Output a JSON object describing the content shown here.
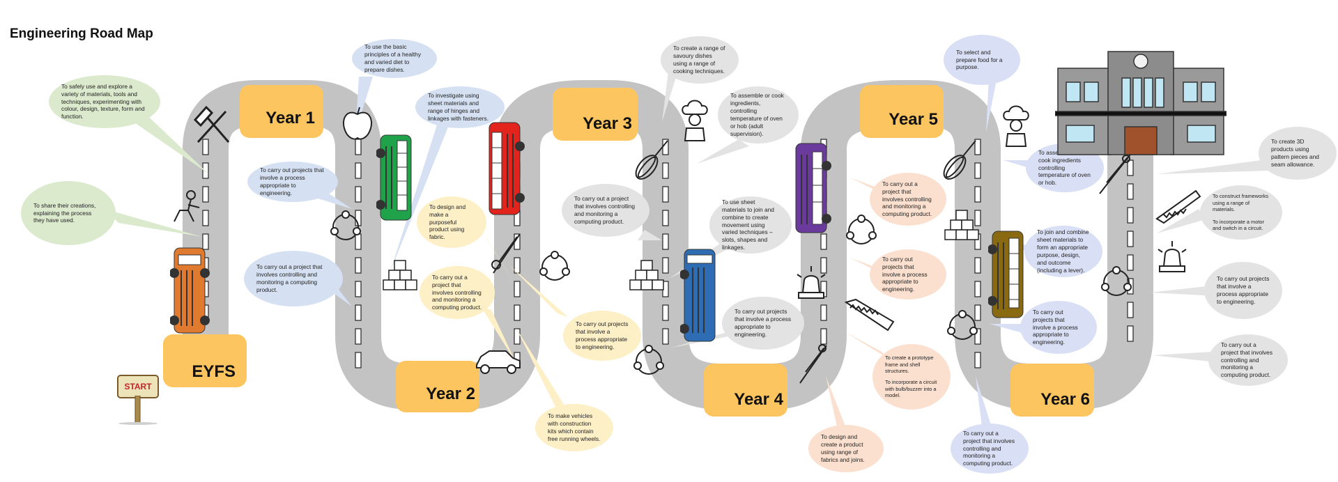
{
  "title": "Engineering Road Map",
  "start_sign": "START",
  "years": {
    "eyfs": "EYFS",
    "y1": "Year 1",
    "y2": "Year 2",
    "y3": "Year 3",
    "y4": "Year 4",
    "y5": "Year 5",
    "y6": "Year 6"
  },
  "bubbles": {
    "eyfs_explore": "To safely use and explore a variety of materials, tools and techniques, experimenting with colour, design, texture, form and function.",
    "eyfs_share": "To share their creations, explaining the process they have used.",
    "y1_diet": "To use the basic principles of a healthy and varied diet to prepare dishes.",
    "y1_process": "To carry out projects that involve a process appropriate to engineering.",
    "y1_control": "To carry out a project that involves controlling and monitoring a computing product.",
    "y1_hinges": "To investigate using sheet materials and range of hinges and linkages with fasteners.",
    "y2_fabric": "To design and make a purposeful product using fabric.",
    "y2_control": "To carry out a project that involves controlling and monitoring a computing product.",
    "y2_process": "To carry out projects that involve a process appropriate to engineering.",
    "y2_vehicles": "To make vehicles with construction kits which contain free running wheels.",
    "y3_savoury": "To create a range of savoury dishes using a range of cooking techniques.",
    "y3_cook": "To assemble or cook ingredients, controlling temperature of oven or hob (adult supervision).",
    "y3_control": "To carry out a project that involves controlling and monitoring a computing product.",
    "y3_sheet": "To use sheet materials to join and combine to create movement using varied techniques – slots, shapes and linkages.",
    "y3_process": "To carry out projects that involve a process appropriate to engineering.",
    "y4_control": "To carry out a project that involves controlling and monitoring a computing product.",
    "y4_process": "To carry out projects that involve a process appropriate to engineering.",
    "y4_prototype_1": "To create a prototype frame and shell structures.",
    "y4_prototype_2": "To incorporate a circuit with bulb/buzzer into a model.",
    "y4_fabrics": "To design and create a product using range of fabrics and joins.",
    "y5_food": "To select and prepare food for a purpose.",
    "y5_cook": "To assemble or cook ingredients controlling temperature of oven or hob.",
    "y5_sheet": "To join and combine sheet materials to form an appropriate purpose, design, and outcome (including a lever).",
    "y5_process": "To carry out projects that involve a process appropriate to engineering.",
    "y5_control": "To carry out a project that involves controlling and monitoring a computing product.",
    "y6_3d": "To create 3D products using pattern pieces and seam allowance.",
    "y6_frameworks_1": "To construct frameworks using a range of materials.",
    "y6_frameworks_2": "To incorporate a motor and switch in a circuit.",
    "y6_process": "To carry out projects that involve a process appropriate to engineering.",
    "y6_control": "To carry out a project that involves controlling and monitoring a computing product."
  },
  "colors": {
    "road": "#c3c3c3",
    "year_box": "#fdc55f",
    "bubble_green": "#dbe9cd",
    "bubble_blue": "#d5e1f2",
    "bubble_yellow": "#fdefc6",
    "bubble_grey": "#e3e3e3",
    "bubble_peach": "#fbe0cf",
    "bubble_lavender": "#d9dff4",
    "bus_orange": "#e07a2f",
    "bus_green": "#1fa24a",
    "bus_red": "#e3241c",
    "bus_blue": "#2e6db4",
    "bus_purple": "#6a3b9c",
    "bus_olive": "#8a6a10"
  },
  "icons": [
    "hammer-pick-icon",
    "person-icon",
    "apple-icon",
    "scissors-icon",
    "recycle-icon",
    "blocks-icon",
    "car-icon",
    "chef-icon",
    "whisk-icon",
    "siren-icon",
    "saw-icon",
    "school-building-icon",
    "start-sign-icon",
    "bus-icon"
  ]
}
